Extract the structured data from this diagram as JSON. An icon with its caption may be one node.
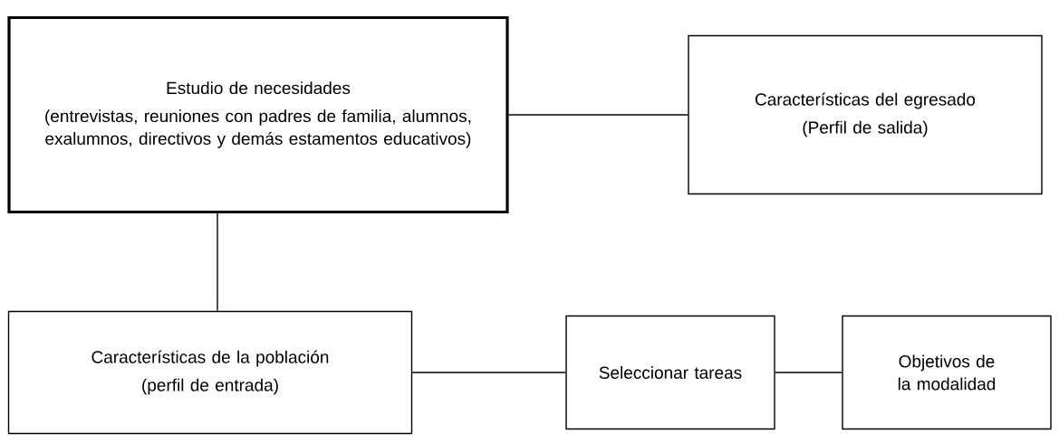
{
  "diagram": {
    "nodes": [
      {
        "text": [
          "Estudio de necesidades",
          "(entrevistas, reuniones con padres de familia, alumnos, exalumnos, directivos y demás estamentos educativos)"
        ]
      },
      {
        "text": [
          "Características del egresado",
          "(Perfil de salida)"
        ]
      },
      {
        "text": [
          "Características de la población",
          "(perfil de entrada)"
        ]
      },
      {
        "text": [
          "Seleccionar tareas"
        ]
      },
      {
        "text": [
          "Objetivos de la modalidad"
        ]
      }
    ],
    "edges": [
      {
        "from": 0,
        "to": 1,
        "arrow": "none"
      },
      {
        "from": 0,
        "to": 2,
        "arrow": "none"
      },
      {
        "from": 2,
        "to": 3,
        "arrow": "none"
      },
      {
        "from": 3,
        "to": 4,
        "arrow": "none"
      }
    ]
  }
}
